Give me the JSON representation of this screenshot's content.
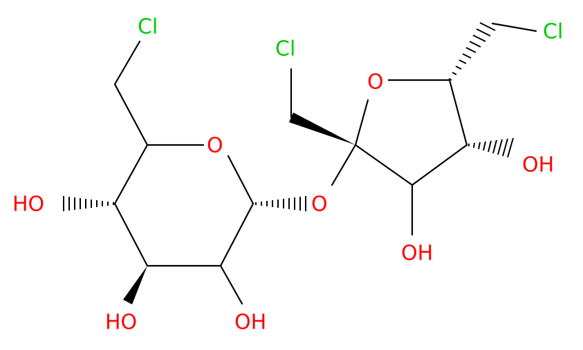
{
  "molecule": {
    "colors": {
      "bond": "#000000",
      "O": "#ff0000",
      "Cl": "#00cc00"
    },
    "atoms": [
      {
        "id": "cl1",
        "symbol": "Cl",
        "label": "Cl",
        "color": "#00cc00"
      },
      {
        "id": "cl2",
        "symbol": "Cl",
        "label": "Cl",
        "color": "#00cc00"
      },
      {
        "id": "cl3",
        "symbol": "Cl",
        "label": "Cl",
        "color": "#00cc00"
      },
      {
        "id": "o_ring1",
        "symbol": "O",
        "label": "O",
        "color": "#ff0000"
      },
      {
        "id": "o_ring2",
        "symbol": "O",
        "label": "O",
        "color": "#ff0000"
      },
      {
        "id": "o_link",
        "symbol": "O",
        "label": "O",
        "color": "#ff0000"
      },
      {
        "id": "oh_left",
        "symbol": "O",
        "label": "HO",
        "color": "#ff0000"
      },
      {
        "id": "oh_bottom_left",
        "symbol": "O",
        "label": "HO",
        "color": "#ff0000"
      },
      {
        "id": "oh_bottom_mid",
        "symbol": "O",
        "label": "OH",
        "color": "#ff0000"
      },
      {
        "id": "oh_furanose_bottom",
        "symbol": "O",
        "label": "OH",
        "color": "#ff0000"
      },
      {
        "id": "oh_furanose_right",
        "symbol": "O",
        "label": "OH",
        "color": "#ff0000"
      }
    ]
  }
}
